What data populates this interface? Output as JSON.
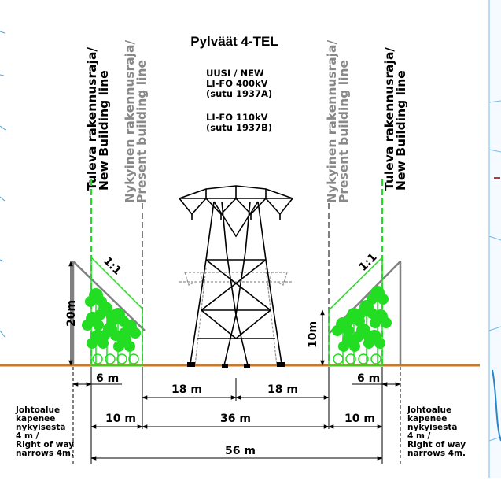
{
  "title": "Pylväät 4-TEL",
  "new_lines": {
    "heading": "UUSI / NEW",
    "line1": "LI-FO 400kV",
    "line1_id": "(sutu 1937A)",
    "line2": "LI-FO 110kV",
    "line2_id": "(sutu 1937B)"
  },
  "left": {
    "future_line_1": "Tuleva rakennusraja/",
    "future_line_2": "New Building line",
    "present_line_1": "Nykyinen rakennusraja/",
    "present_line_2": "Present building line",
    "height": "20m",
    "slope": "1:1",
    "width_6": "6 m",
    "width_10": "10 m",
    "note": [
      "Johtoalue",
      "kapenee",
      "nykyisestä",
      "4 m /",
      "Right of way",
      "narrows 4m."
    ]
  },
  "right": {
    "future_line_1": "Tuleva rakennusraja/",
    "future_line_2": "New Building line",
    "present_line_1": "Nykyinen rakennusraja/",
    "present_line_2": "Present building line",
    "height": "10m",
    "slope": "1:1",
    "width_6": "6 m",
    "width_10": "10 m",
    "note": [
      "Johtoalue",
      "kapenee",
      "nykyisestä",
      "4 m /",
      "Right of way",
      "narrows 4m."
    ]
  },
  "center": {
    "left_half": "18 m",
    "right_half": "18 m",
    "total_36": "36 m",
    "total_56": "56 m"
  },
  "colors": {
    "ground": "#c87828",
    "future_line": "#22dd22",
    "present_line": "#808080",
    "tree": "#22dd22",
    "tower": "#000000",
    "old_tower": "#909090",
    "map_edge": "#4aa3d8"
  }
}
